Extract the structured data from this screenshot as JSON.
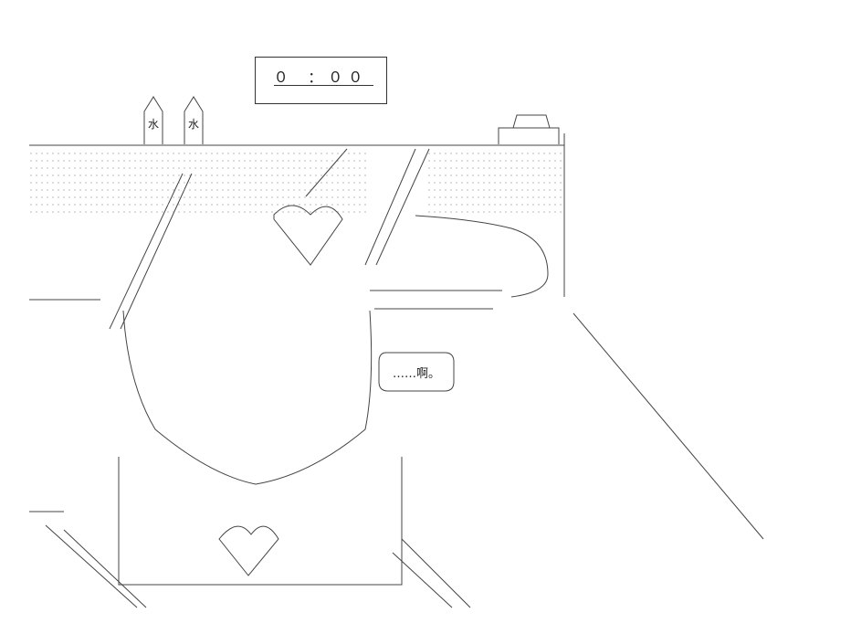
{
  "clock": {
    "time": "０ ：００"
  },
  "bottles": {
    "left_label": "水",
    "right_label": "水"
  },
  "speech": {
    "text": "……啊。"
  }
}
